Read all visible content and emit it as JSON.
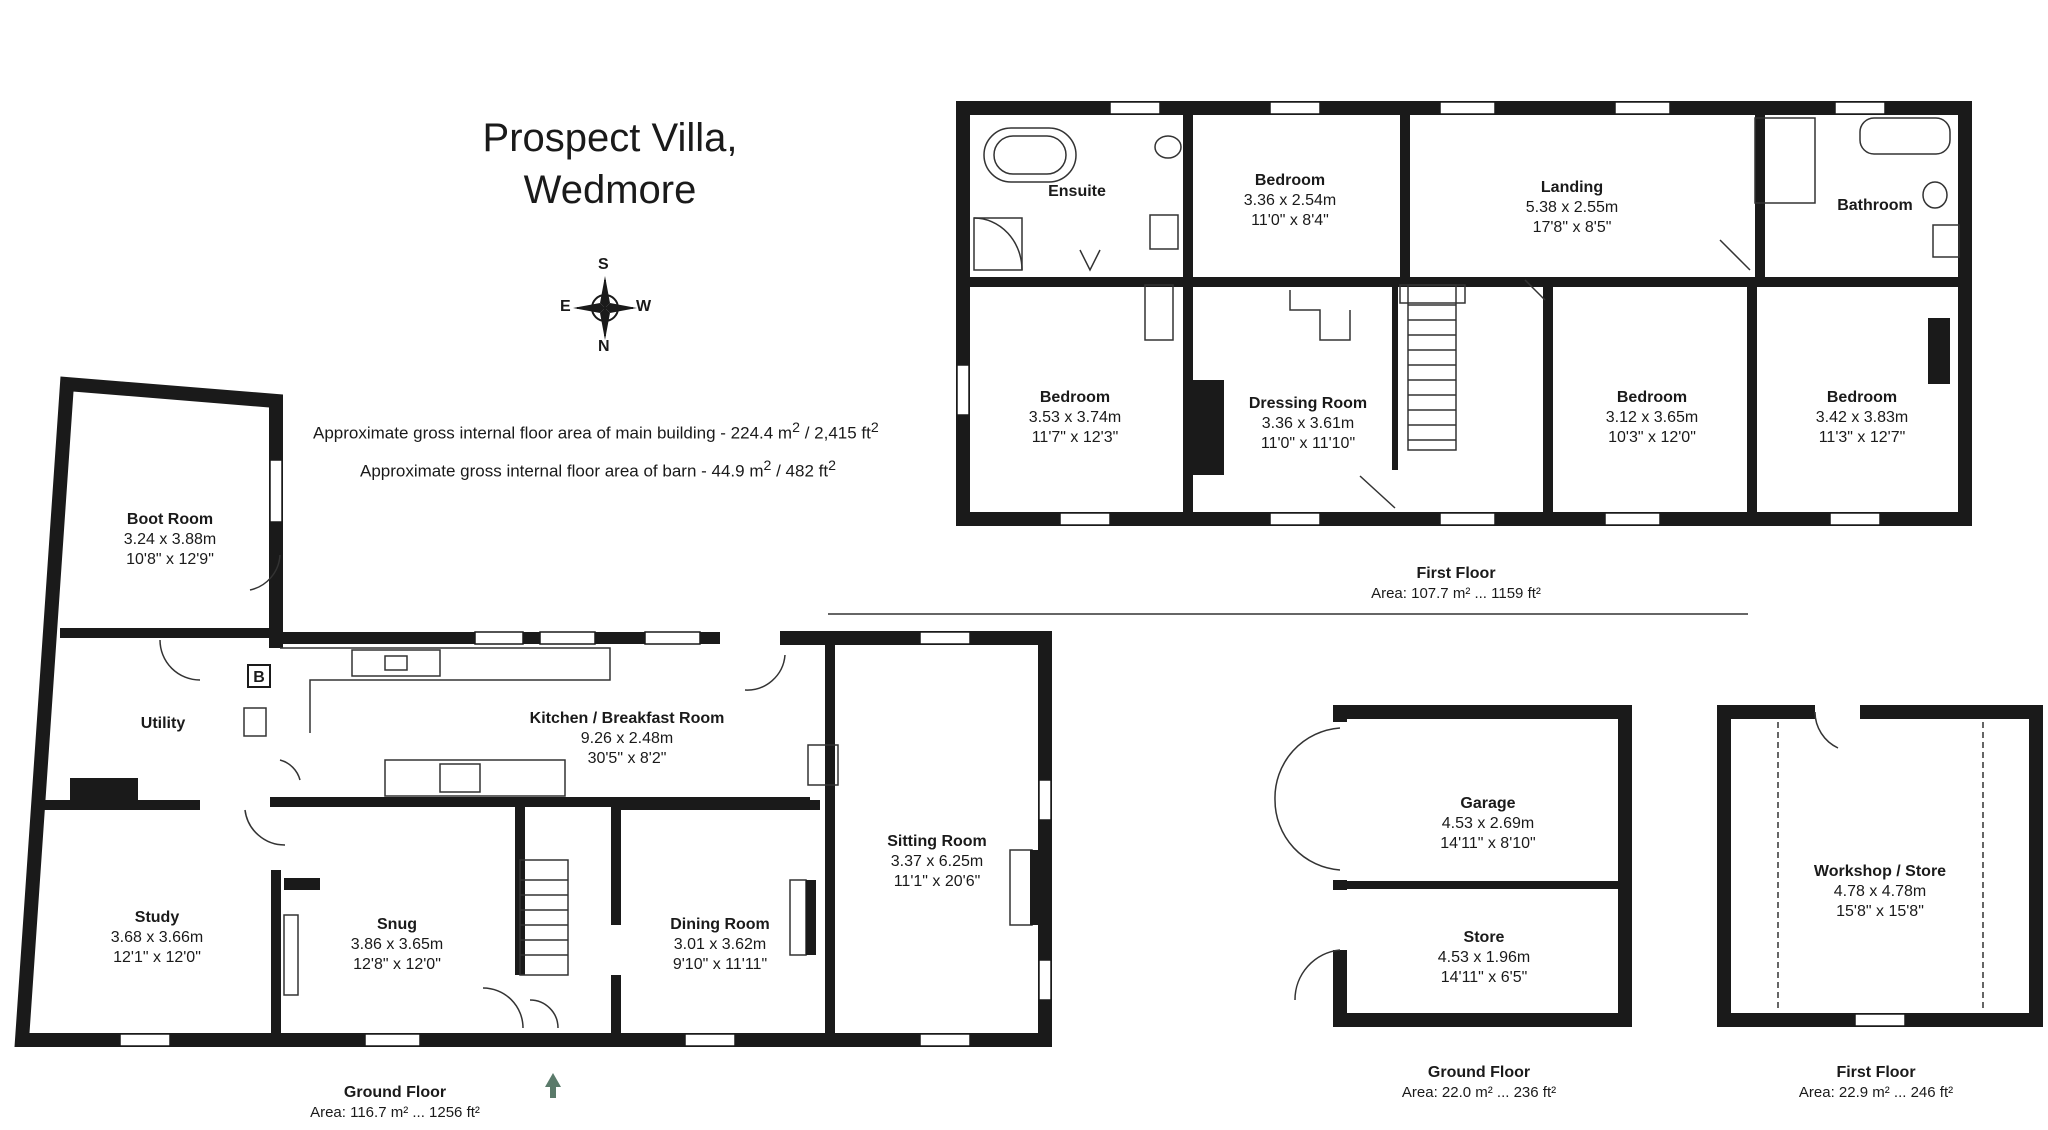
{
  "title": {
    "line1": "Prospect Villa,",
    "line2": "Wedmore"
  },
  "compass": {
    "top": "S",
    "left": "E",
    "right": "W",
    "bottom": "N"
  },
  "area_notes": {
    "main_text": "Approximate gross internal floor area of main building  -  224.4 m",
    "main_sup1": "2",
    "main_mid": " /  2,415 ft",
    "main_sup2": "2",
    "barn_text": "Approximate gross internal floor area of barn  -  44.9 m",
    "barn_sup1": "2",
    "barn_mid": " /  482 ft",
    "barn_sup2": "2"
  },
  "rooms": {
    "ensuite": {
      "name": "Ensuite"
    },
    "bedroom_small": {
      "name": "Bedroom",
      "metric": "3.36 x 2.54m",
      "imperial": "11'0\" x 8'4\""
    },
    "landing": {
      "name": "Landing",
      "metric": "5.38 x 2.55m",
      "imperial": "17'8\" x 8'5\""
    },
    "bathroom": {
      "name": "Bathroom"
    },
    "bedroom_1": {
      "name": "Bedroom",
      "metric": "3.53 x 3.74m",
      "imperial": "11'7\" x 12'3\""
    },
    "dressing": {
      "name": "Dressing Room",
      "metric": "3.36 x 3.61m",
      "imperial": "11'0\" x 11'10\""
    },
    "bedroom_3": {
      "name": "Bedroom",
      "metric": "3.12 x 3.65m",
      "imperial": "10'3\" x 12'0\""
    },
    "bedroom_4": {
      "name": "Bedroom",
      "metric": "3.42 x 3.83m",
      "imperial": "11'3\" x 12'7\""
    },
    "boot": {
      "name": "Boot Room",
      "metric": "3.24 x 3.88m",
      "imperial": "10'8\" x 12'9\""
    },
    "utility": {
      "name": "Utility"
    },
    "kitchen": {
      "name": "Kitchen / Breakfast Room",
      "metric": "9.26 x 2.48m",
      "imperial": "30'5\" x 8'2\""
    },
    "sitting": {
      "name": "Sitting Room",
      "metric": "3.37 x 6.25m",
      "imperial": "11'1\" x 20'6\""
    },
    "study": {
      "name": "Study",
      "metric": "3.68 x 3.66m",
      "imperial": "12'1\" x 12'0\""
    },
    "snug": {
      "name": "Snug",
      "metric": "3.86 x 3.65m",
      "imperial": "12'8\" x 12'0\""
    },
    "dining": {
      "name": "Dining Room",
      "metric": "3.01 x 3.62m",
      "imperial": "9'10\" x 11'11\""
    },
    "garage": {
      "name": "Garage",
      "metric": "4.53 x 2.69m",
      "imperial": "14'11\" x 8'10\""
    },
    "store": {
      "name": "Store",
      "metric": "4.53 x 1.96m",
      "imperial": "14'11\" x 6'5\""
    },
    "workshop": {
      "name": "Workshop / Store",
      "metric": "4.78 x 4.78m",
      "imperial": "15'8\" x 15'8\""
    },
    "boiler": {
      "name": "B"
    }
  },
  "floors": {
    "first_main": {
      "name": "First Floor",
      "area": "Area: 107.7 m² ... 1159 ft²"
    },
    "ground_main": {
      "name": "Ground Floor",
      "area": "Area: 116.7 m² ... 1256 ft²"
    },
    "ground_barn": {
      "name": "Ground Floor",
      "area": "Area: 22.0 m² ... 236 ft²"
    },
    "first_barn": {
      "name": "First Floor",
      "area": "Area: 22.9 m² ... 246 ft²"
    }
  },
  "colors": {
    "wall": "#1a1a1a",
    "window": "#ffffff",
    "line": "#333333",
    "entrance_arrow": "#5a7a6a"
  }
}
